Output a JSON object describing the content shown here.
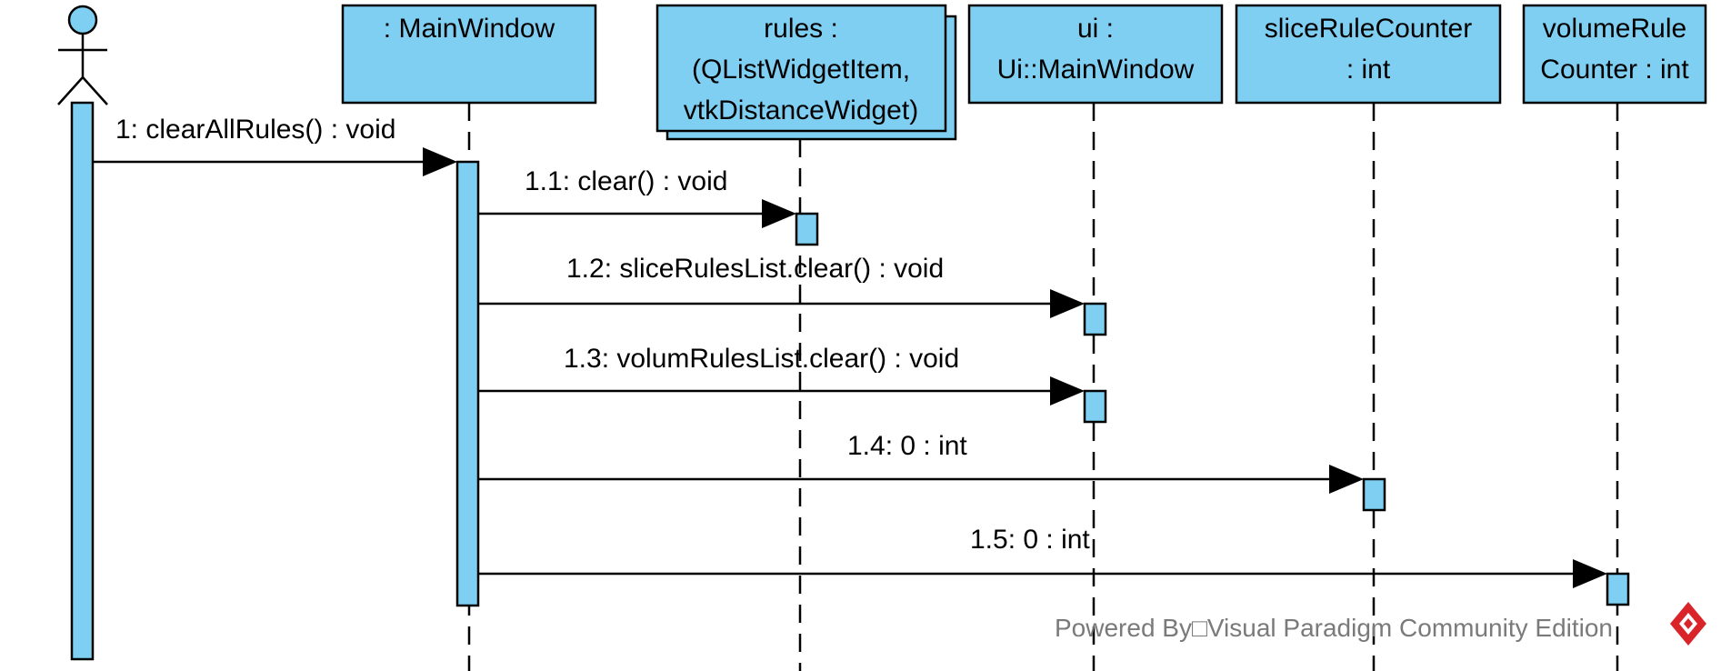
{
  "diagram": {
    "type": "sequence",
    "colors": {
      "fill": "#7fcff3",
      "stroke": "#000000",
      "watermark_text": "#7a7a7a",
      "logo_red": "#d9252a"
    },
    "actor": {
      "icon": "stick-figure-icon"
    },
    "lifelines": {
      "main_window": {
        "line1": ": MainWindow"
      },
      "rules": {
        "line1": "rules :",
        "line2": "(QListWidgetItem,",
        "line3": "vtkDistanceWidget)"
      },
      "ui": {
        "line1": "ui :",
        "line2": "Ui::MainWindow"
      },
      "slice_counter": {
        "line1": "sliceRuleCounter",
        "line2": ": int"
      },
      "volume_counter": {
        "line1": "volumeRule",
        "line2": "Counter : int"
      }
    },
    "messages": [
      {
        "label": "1: clearAllRules() : void"
      },
      {
        "label": "1.1: clear() : void"
      },
      {
        "label": "1.2: sliceRulesList.clear() : void"
      },
      {
        "label": "1.3: volumRulesList.clear() : void"
      },
      {
        "label": "1.4: 0 : int"
      },
      {
        "label": "1.5: 0 : int"
      }
    ],
    "watermark": {
      "text": "Powered By□Visual Paradigm Community Edition",
      "logo_icon": "visual-paradigm-logo-icon"
    }
  }
}
